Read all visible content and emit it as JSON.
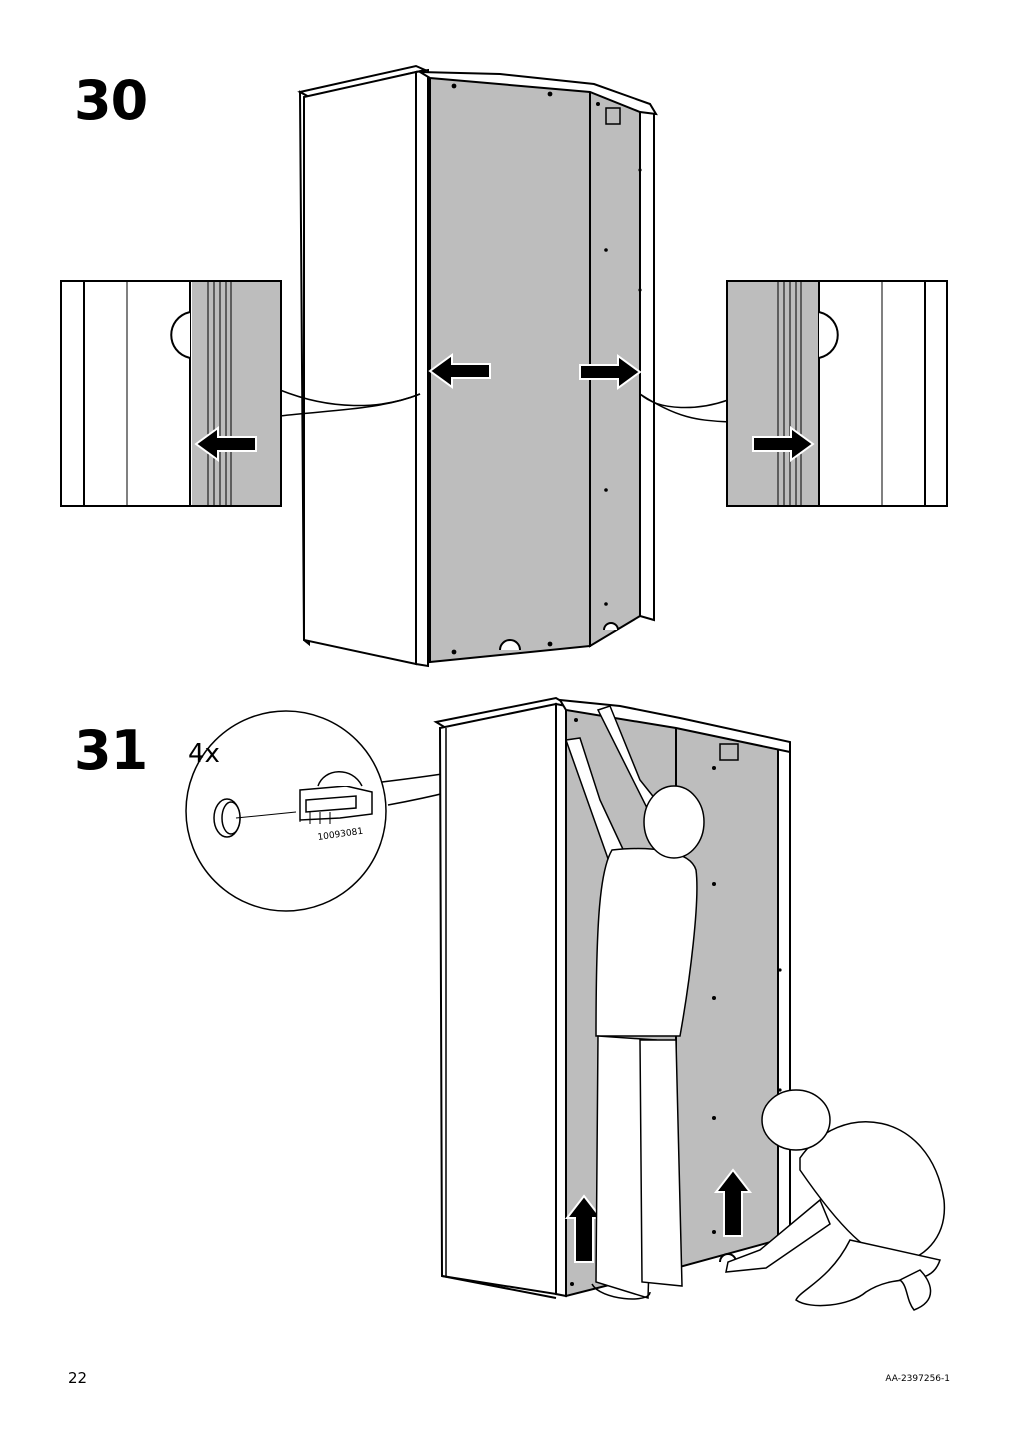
{
  "steps": [
    {
      "number": "30"
    },
    {
      "number": "31",
      "callout": {
        "quantity": "4x",
        "part_number": "10093081"
      }
    }
  ],
  "footer": {
    "page_number": "22",
    "document_id": "AA-2397256-1"
  },
  "colors": {
    "panel_gray": "#bdbdbd",
    "line": "#000000",
    "background": "#ffffff"
  },
  "icons": [
    "arrow-left-icon",
    "arrow-right-icon",
    "arrow-up-icon"
  ]
}
